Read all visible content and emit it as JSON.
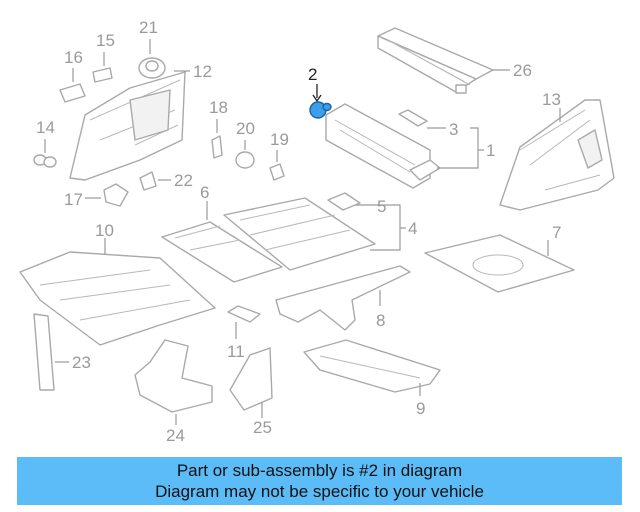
{
  "callouts": {
    "c1": "1",
    "c2": "2",
    "c3": "3",
    "c4": "4",
    "c5": "5",
    "c6": "6",
    "c7": "7",
    "c8": "8",
    "c9": "9",
    "c10": "10",
    "c11": "11",
    "c12": "12",
    "c13": "13",
    "c14": "14",
    "c15": "15",
    "c16": "16",
    "c17": "17",
    "c18": "18",
    "c19": "19",
    "c20": "20",
    "c21": "21",
    "c22": "22",
    "c23": "23",
    "c24": "24",
    "c25": "25",
    "c26": "26"
  },
  "highlight": {
    "part": "2",
    "color": "#3aa0ee"
  },
  "banner": {
    "line1": "Part or sub-assembly is #2 in diagram",
    "line2": "Diagram may not be specific to your vehicle",
    "background": "#5bbcf7"
  }
}
